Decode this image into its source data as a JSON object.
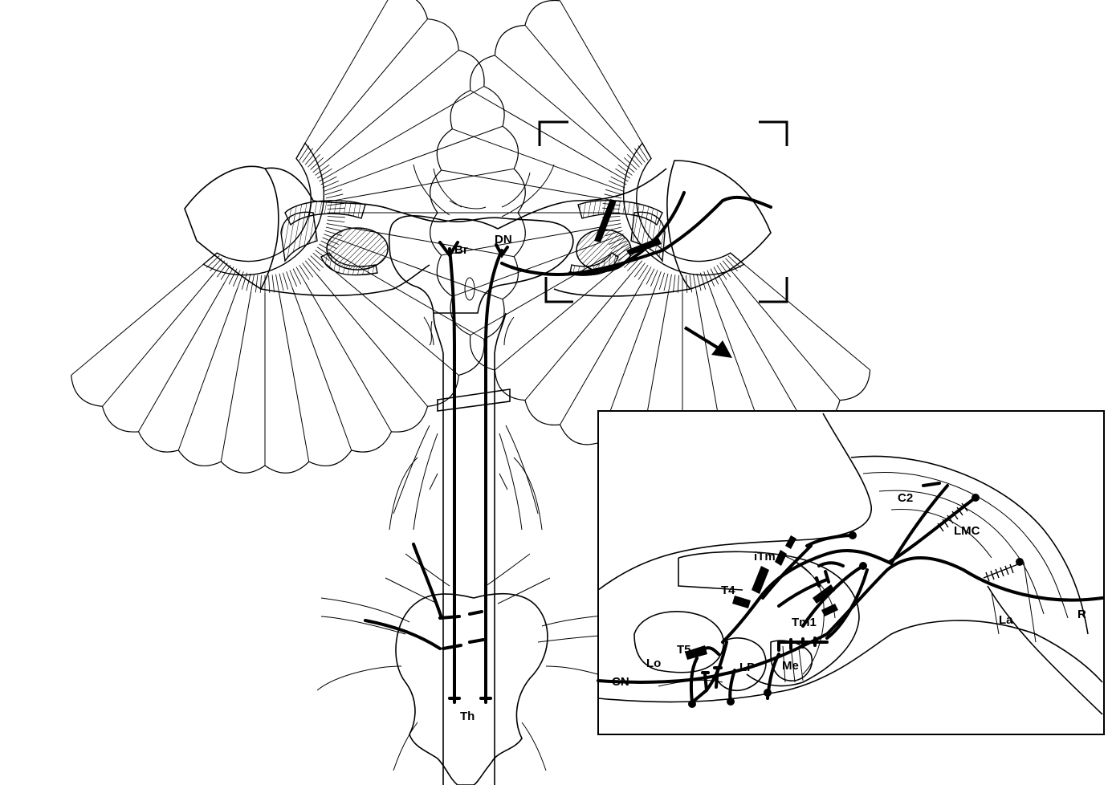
{
  "overview": {
    "label_br": "Br",
    "label_dn": "DN",
    "label_th": "Th"
  },
  "inset": {
    "labels": {
      "c2": "C2",
      "lmc": "LMC",
      "itm": "iTm",
      "t4": "T4",
      "tm1": "Tm1",
      "t5": "T5",
      "lo": "Lo",
      "lp": "LP",
      "me": "Me",
      "la": "La",
      "cn": "CN",
      "r": "R"
    }
  }
}
